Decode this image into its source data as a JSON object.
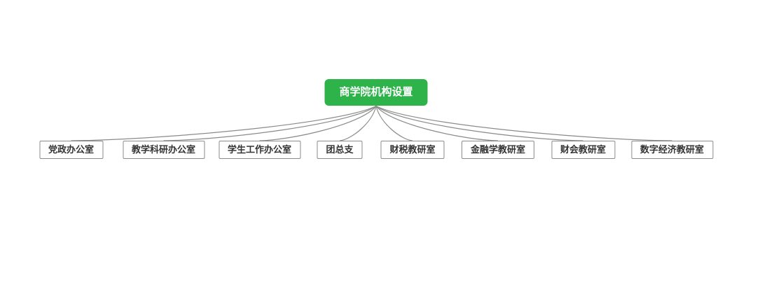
{
  "diagram": {
    "title": "商学院机构设置",
    "root": {
      "label": "商学院机构设置",
      "fill_color": "#2db34a",
      "text_color": "#ffffff"
    },
    "children": [
      {
        "label": "党政办公室"
      },
      {
        "label": "教学科研办公室"
      },
      {
        "label": "学生工作办公室"
      },
      {
        "label": "团总支"
      },
      {
        "label": "财税教研室"
      },
      {
        "label": "金融学教研室"
      },
      {
        "label": "财会教研室"
      },
      {
        "label": "数字经济教研室"
      }
    ],
    "node_border_color": "#8c8c8c",
    "node_text_color": "#333333",
    "line_color": "#8a8a8a",
    "background_color": "#ffffff"
  }
}
